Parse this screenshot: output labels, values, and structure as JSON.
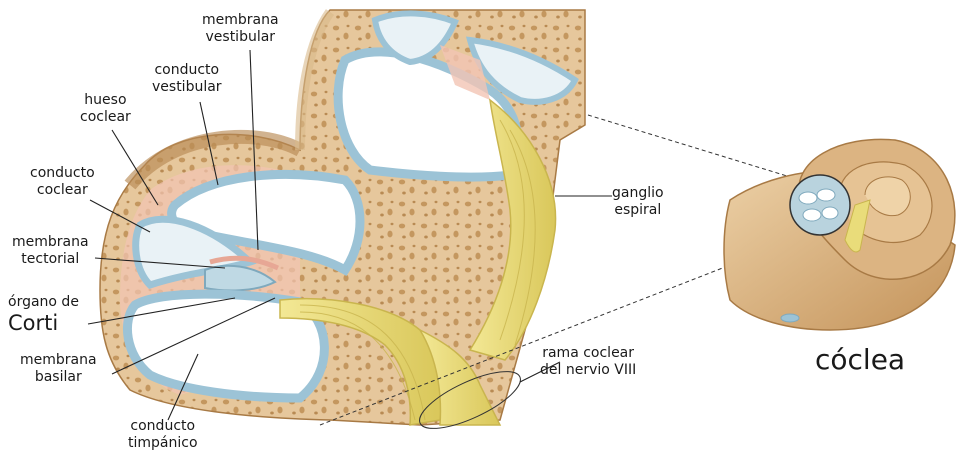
{
  "labels": {
    "membrana_vestibular": [
      "membrana",
      "vestibular"
    ],
    "conducto_vestibular": [
      "conducto",
      "vestibular"
    ],
    "hueso_coclear": [
      "hueso",
      "coclear"
    ],
    "conducto_coclear": [
      "conducto",
      "coclear"
    ],
    "membrana_tectorial": [
      "membrana",
      "tectorial"
    ],
    "organo_de_corti": [
      "órgano de",
      "Corti"
    ],
    "membrana_basilar": [
      "membrana",
      "basilar"
    ],
    "conducto_timpanico": [
      "conducto",
      "timpánico"
    ],
    "ganglio_espiral": [
      "ganglio",
      "espiral"
    ],
    "rama_coclear": [
      "rama coclear",
      "del nervio VIII"
    ],
    "coclea": "cóclea"
  },
  "colors": {
    "bone": "#e6c79c",
    "bone_dark": "#c9a06d",
    "duct_fill": "#ffffff",
    "duct_wall": "#9cc3d6",
    "nerve": "#e9dc7a",
    "pink_tissue": "#f2c4b4",
    "cochlea_shell": "#d9b07c",
    "label_line": "#222222"
  }
}
